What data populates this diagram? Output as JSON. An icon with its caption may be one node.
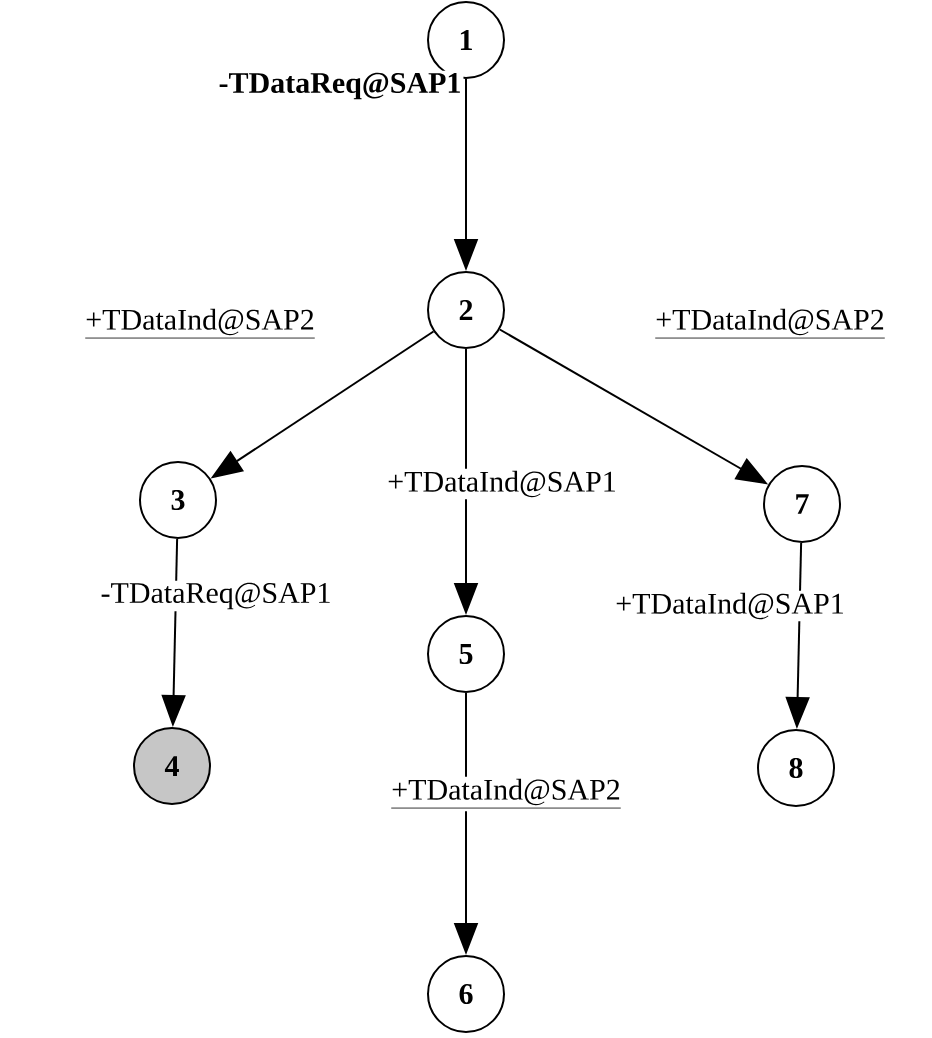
{
  "diagram": {
    "nodes": [
      {
        "text": [
          "1"
        ]
      },
      {
        "text": [
          "2"
        ]
      },
      {
        "text": [
          "3"
        ]
      },
      {
        "text": [
          "4"
        ]
      },
      {
        "text": [
          "5"
        ]
      },
      {
        "text": [
          "6"
        ]
      },
      {
        "text": [
          "7"
        ]
      },
      {
        "text": [
          "8"
        ]
      }
    ],
    "edges": [
      {
        "from": 0,
        "to": 1,
        "arrow": "to",
        "label": "-TDataReq@SAP1"
      },
      {
        "from": 1,
        "to": 2,
        "arrow": "to",
        "label": "+TDataInd@SAP2"
      },
      {
        "from": 1,
        "to": 4,
        "arrow": "to",
        "label": "+TDataInd@SAP1"
      },
      {
        "from": 1,
        "to": 6,
        "arrow": "to",
        "label": "+TDataInd@SAP2"
      },
      {
        "from": 2,
        "to": 3,
        "arrow": "to",
        "label": "-TDataReq@SAP1"
      },
      {
        "from": 4,
        "to": 5,
        "arrow": "to",
        "label": "+TDataInd@SAP2"
      },
      {
        "from": 6,
        "to": 7,
        "arrow": "to",
        "label": "+TDataInd@SAP1"
      }
    ]
  }
}
